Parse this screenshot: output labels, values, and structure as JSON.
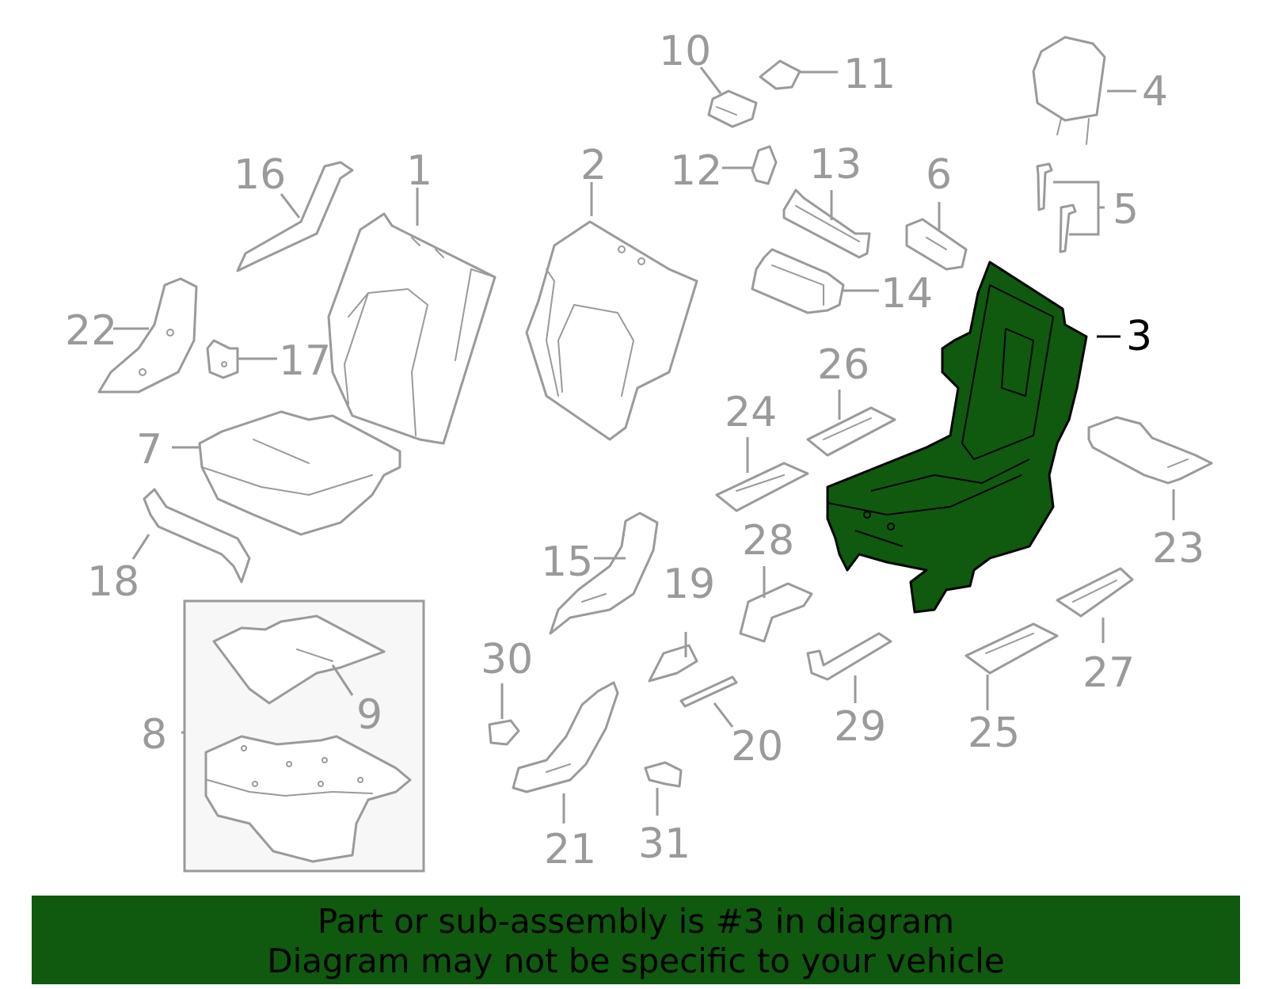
{
  "colors": {
    "highlight": "#0f5a0f",
    "part_outline": "#9a9a9a",
    "banner": "#0f5a0f",
    "inset_background": "#f7f7f7"
  },
  "callouts": {
    "c1": "1",
    "c2": "2",
    "c3": "3",
    "c4": "4",
    "c5": "5",
    "c6": "6",
    "c7": "7",
    "c8": "8",
    "c9": "9",
    "c10": "10",
    "c11": "11",
    "c12": "12",
    "c13": "13",
    "c14": "14",
    "c15": "15",
    "c16": "16",
    "c17": "17",
    "c18": "18",
    "c19": "19",
    "c20": "20",
    "c21": "21",
    "c22": "22",
    "c23": "23",
    "c24": "24",
    "c25": "25",
    "c26": "26",
    "c27": "27",
    "c28": "28",
    "c29": "29",
    "c30": "30",
    "c31": "31"
  },
  "highlighted_part": "3",
  "banner": {
    "line1": "Part or sub-assembly is #3 in diagram",
    "line2": "Diagram may not be specific to your vehicle"
  }
}
